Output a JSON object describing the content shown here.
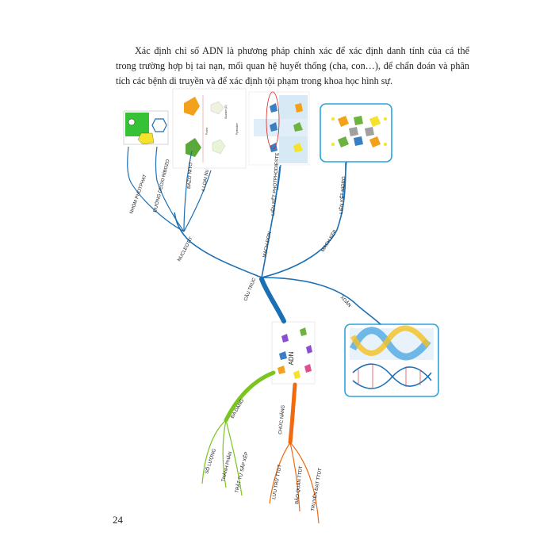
{
  "paragraph": "Xác định chỉ số ADN là phương pháp chính xác để xác định danh tính của cá thể trong trường hợp bị tai nạn, mối quan hệ huyết thống (cha, con…), để chẩn đoán và phân tích các bệnh di truyền và để xác định tội phạm trong khoa học hình sự.",
  "page_number": "24",
  "mindmap": {
    "center": "ADN",
    "branches": {
      "cau_truc": "CẤU TRÚC",
      "da_dang": "ĐA DẠNG",
      "chuc_nang": "CHỨC NĂNG"
    },
    "cau_truc_children": {
      "nucleotit": "NUCLEOTIT",
      "mach_don": "MẠCH ĐƠN",
      "mach_kep": "MẠCH KÉP",
      "xoan": "XOẮN"
    },
    "nucleotit_children": {
      "axit": "NHÓM PHOTPHAT",
      "duong": "ĐƯỜNG DEOXI RIBOZO",
      "bazo": "BAZƠ NITƠ",
      "loai": "4 LOẠI Nu"
    },
    "mach_don_child": "LIÊN KẾT PHOTPHODIESTE",
    "mach_kep_child": "LIÊN KẾT HIDRO",
    "da_dang_children": {
      "so_luong": "SỐ LƯỢNG",
      "thanh_phan": "THÀNH PHẦN",
      "trat_tu": "TRẬT TỰ SẮP XẾP"
    },
    "chuc_nang_children": {
      "luu_tru": "LƯU TRỮ TTDT",
      "bao_quan": "BẢO QUẢN TTDT",
      "truyen_dat": "TRUYỀN ĐẠT TTDT"
    }
  },
  "colors": {
    "blue": "#1b6fb4",
    "green": "#7cc422",
    "orange": "#f06a10",
    "frame": "#29a3dd"
  }
}
